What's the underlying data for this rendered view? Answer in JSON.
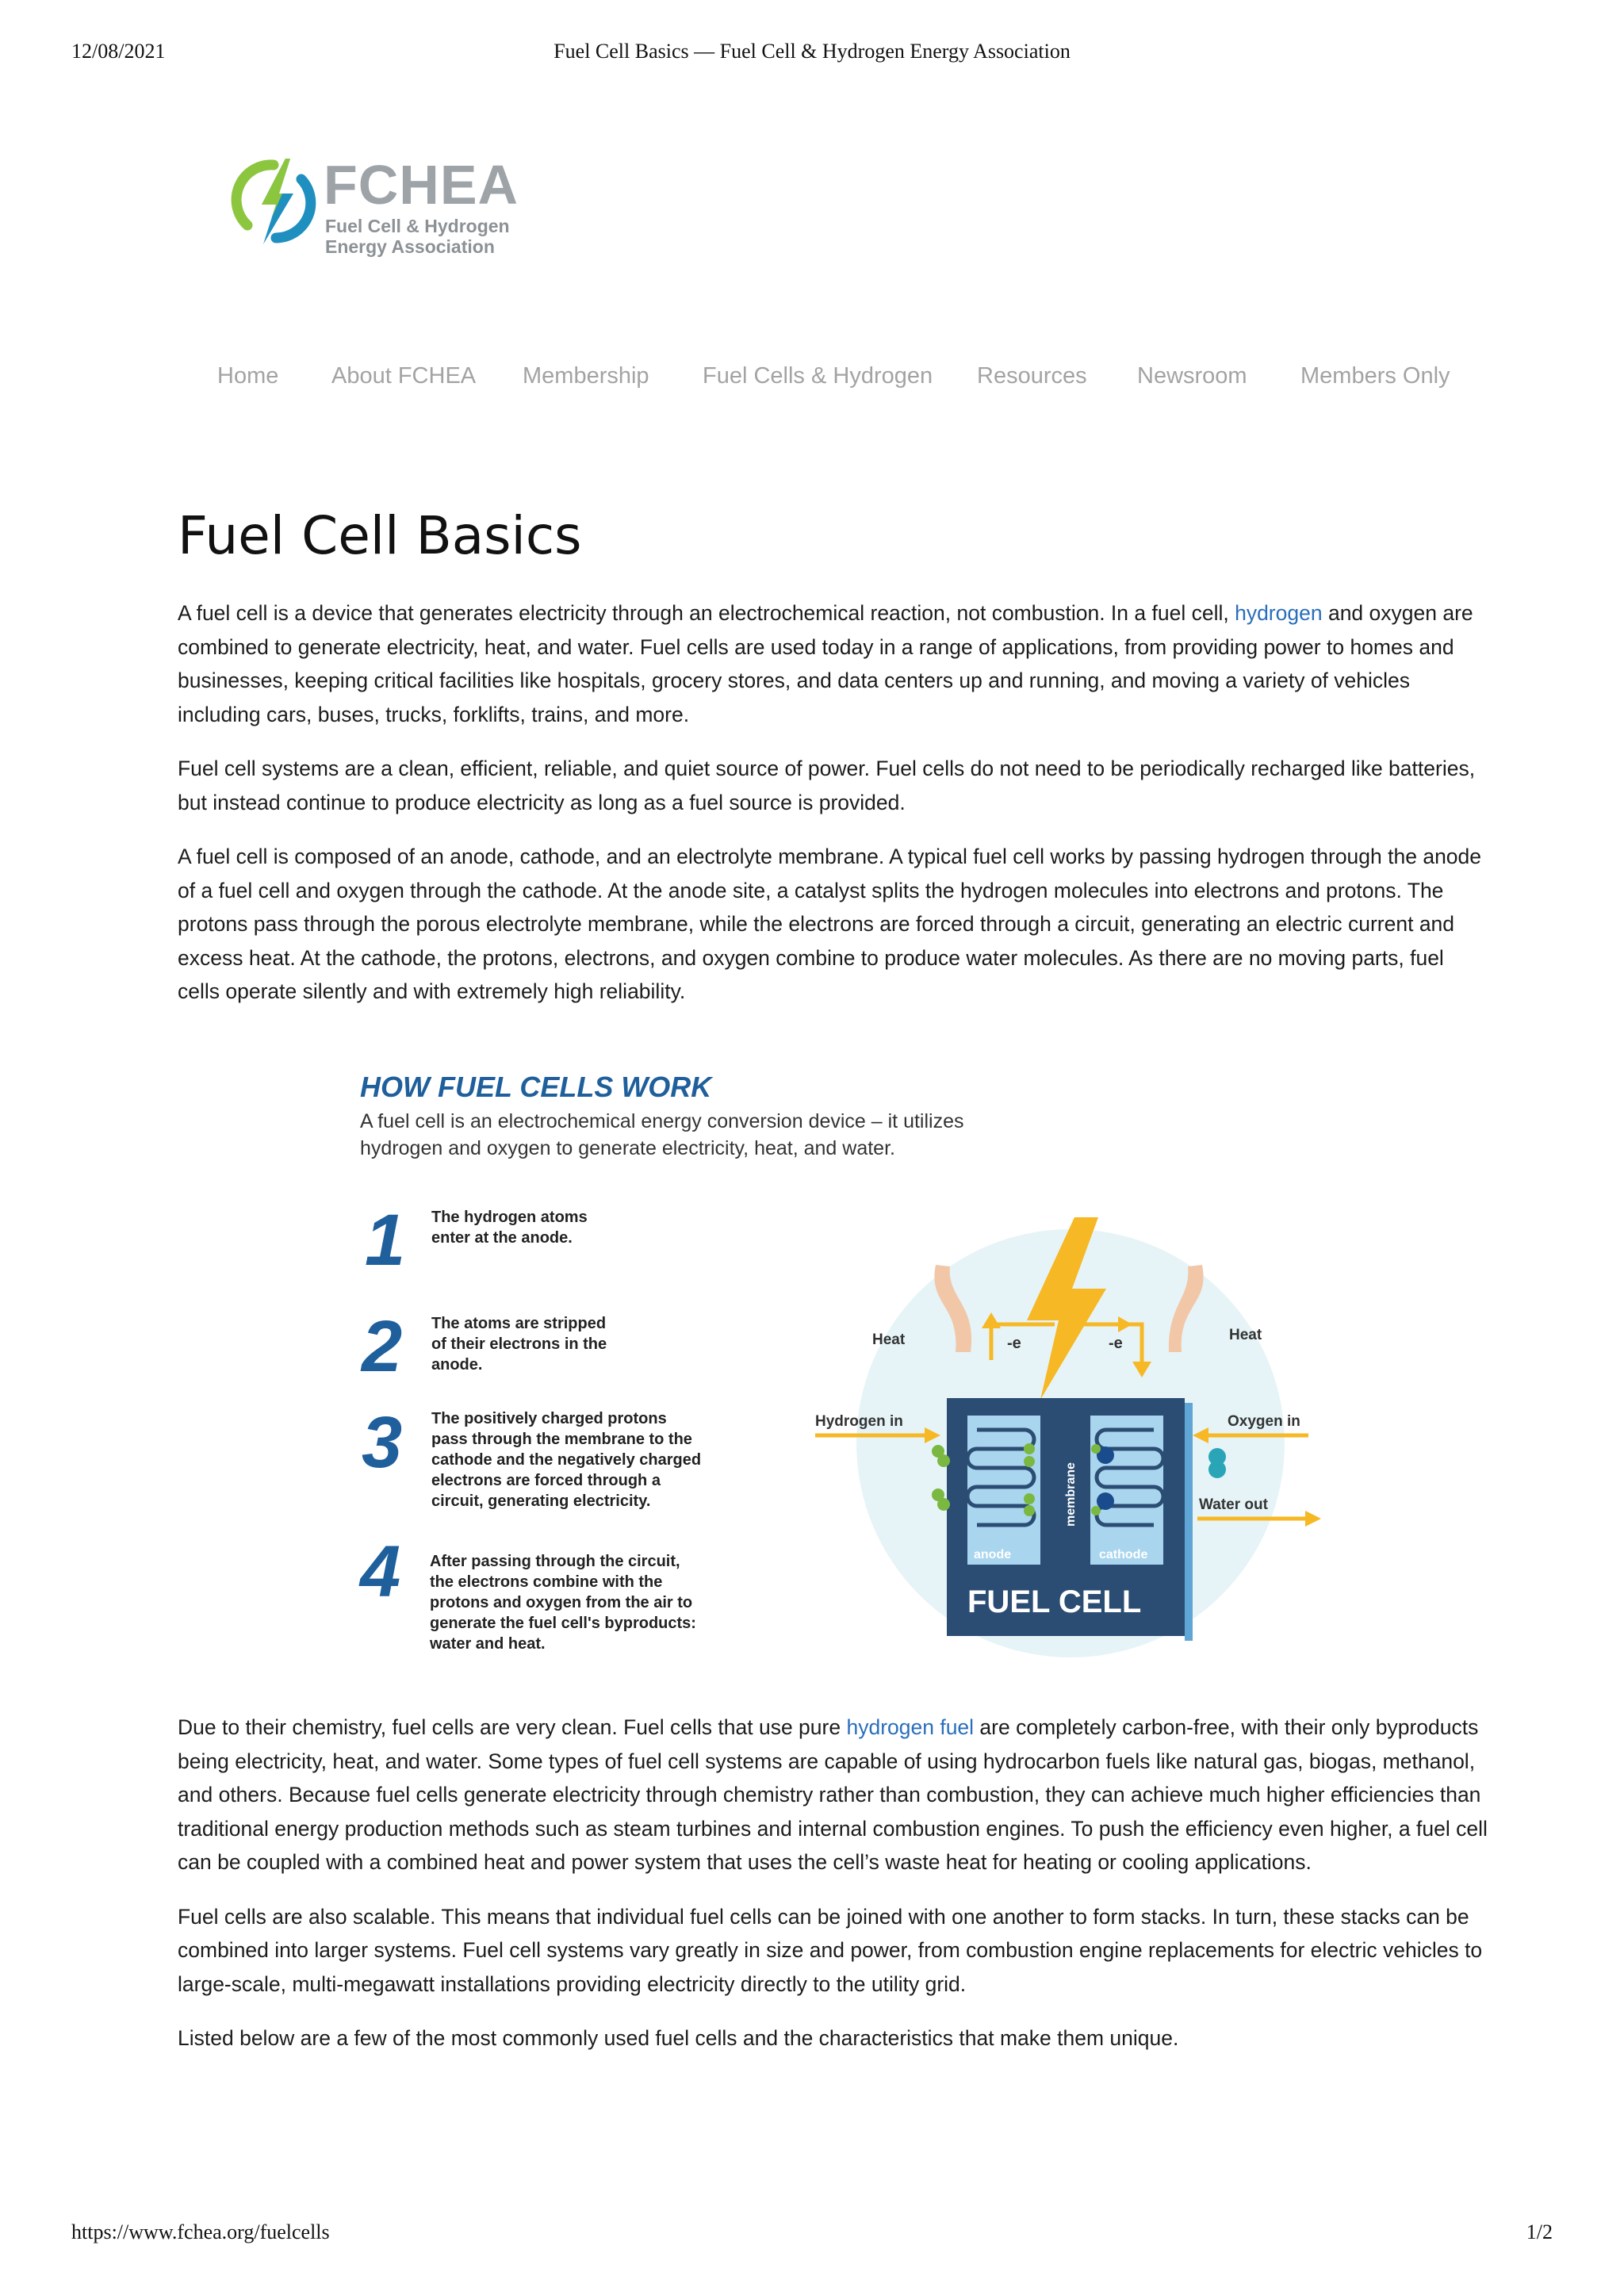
{
  "print_header": {
    "date": "12/08/2021",
    "title": "Fuel Cell Basics — Fuel Cell & Hydrogen Energy Association"
  },
  "print_footer": {
    "url": "https://www.fchea.org/fuelcells",
    "page": "1/2"
  },
  "logo": {
    "abbr": "FCHEA",
    "line1": "Fuel Cell & Hydrogen",
    "line2": "Energy Association",
    "colors": {
      "green": "#8cc63f",
      "blue": "#1f8fc0",
      "gray": "#9ea3a8"
    }
  },
  "nav": {
    "items": [
      {
        "label": "Home"
      },
      {
        "label": "About FCHEA"
      },
      {
        "label": "Membership"
      },
      {
        "label": "Fuel Cells & Hydrogen"
      },
      {
        "label": "Resources"
      },
      {
        "label": "Newsroom"
      },
      {
        "label": "Members Only"
      }
    ]
  },
  "page": {
    "title": "Fuel Cell Basics",
    "p1": {
      "before": "A fuel cell is a device that generates electricity through an electrochemical reaction, not combustion. In a fuel cell, ",
      "link": "hydrogen",
      "after": " and oxygen are combined to generate electricity, heat, and water. Fuel cells are used today in a range of applications, from providing power to homes and businesses, keeping critical facilities like hospitals, grocery stores, and data centers up and running, and moving a variety of vehicles including cars, buses, trucks, forklifts, trains, and more."
    },
    "p2": "Fuel cell systems are a clean, efficient, reliable, and quiet source of power. Fuel cells do not need to be periodically recharged like batteries, but instead continue to produce electricity as long as a fuel source is provided.",
    "p3": "A fuel cell is composed of an anode, cathode, and an electrolyte membrane. A typical fuel cell works by passing hydrogen through the anode of a fuel cell and oxygen through the cathode. At the anode site, a catalyst splits the hydrogen molecules into electrons and protons. The protons pass through the porous electrolyte membrane, while the electrons are forced through a circuit, generating an electric current and excess heat. At the cathode, the protons, electrons, and oxygen combine to produce water molecules.  As there are no moving parts, fuel cells operate silently and with extremely high reliability.",
    "p4": {
      "before": "Due to their chemistry, fuel cells are very clean. Fuel cells that use pure ",
      "link": "hydrogen fuel",
      "after": " are completely carbon-free, with their only byproducts being electricity, heat, and water. Some types of fuel cell systems are capable of using hydrocarbon fuels like natural gas, biogas, methanol, and others.  Because fuel cells generate electricity through chemistry rather than combustion, they can achieve much higher efficiencies than traditional energy production methods such as steam turbines and internal combustion engines. To push the efficiency even higher, a fuel cell can be coupled with a combined heat and power system that uses the cell’s waste heat for heating or cooling applications."
    },
    "p5": "Fuel cells are also scalable. This means that individual fuel cells can be joined with one another to form stacks. In turn, these stacks can be combined into larger systems. Fuel cell systems vary greatly in size and power, from combustion engine replacements for electric vehicles to large-scale, multi-megawatt installations providing electricity directly to the utility grid.",
    "p6": "Listed below are a few of the most commonly used fuel cells and the characteristics that make them unique."
  },
  "infographic": {
    "title": "HOW FUEL CELLS WORK",
    "subtitle_line1": "A fuel cell is an electrochemical energy conversion device – it utilizes",
    "subtitle_line2": "hydrogen and oxygen to generate electricity, heat, and water.",
    "steps": [
      {
        "num": "1",
        "lines": [
          "The hydrogen atoms",
          "enter at the anode."
        ]
      },
      {
        "num": "2",
        "lines": [
          "The atoms are stripped",
          "of their electrons in the",
          "anode."
        ]
      },
      {
        "num": "3",
        "lines": [
          "The positively charged protons",
          "pass through the membrane to the",
          "cathode and the negatively charged",
          "electrons are forced through a",
          "circuit, generating electricity."
        ]
      },
      {
        "num": "4",
        "lines": [
          "After passing through the circuit,",
          "the electrons combine with the",
          "protons and oxygen from the air to",
          "generate the fuel cell's byproducts:",
          "water and heat."
        ]
      }
    ],
    "labels": {
      "heat_left": "Heat",
      "heat_right": "Heat",
      "e_left": "-e",
      "e_right": "-e",
      "hydrogen_in": "Hydrogen in",
      "oxygen_in": "Oxygen in",
      "water_out": "Water out",
      "membrane": "membrane",
      "anode": "anode",
      "cathode": "cathode",
      "fuel_cell": "FUEL CELL"
    },
    "colors": {
      "blue": "#1f5f9c",
      "navy": "#2b4d73",
      "yellow": "#f6b824",
      "circle": "#e6f4f7",
      "light": "#a9d6ee",
      "green": "#7bb842"
    }
  }
}
